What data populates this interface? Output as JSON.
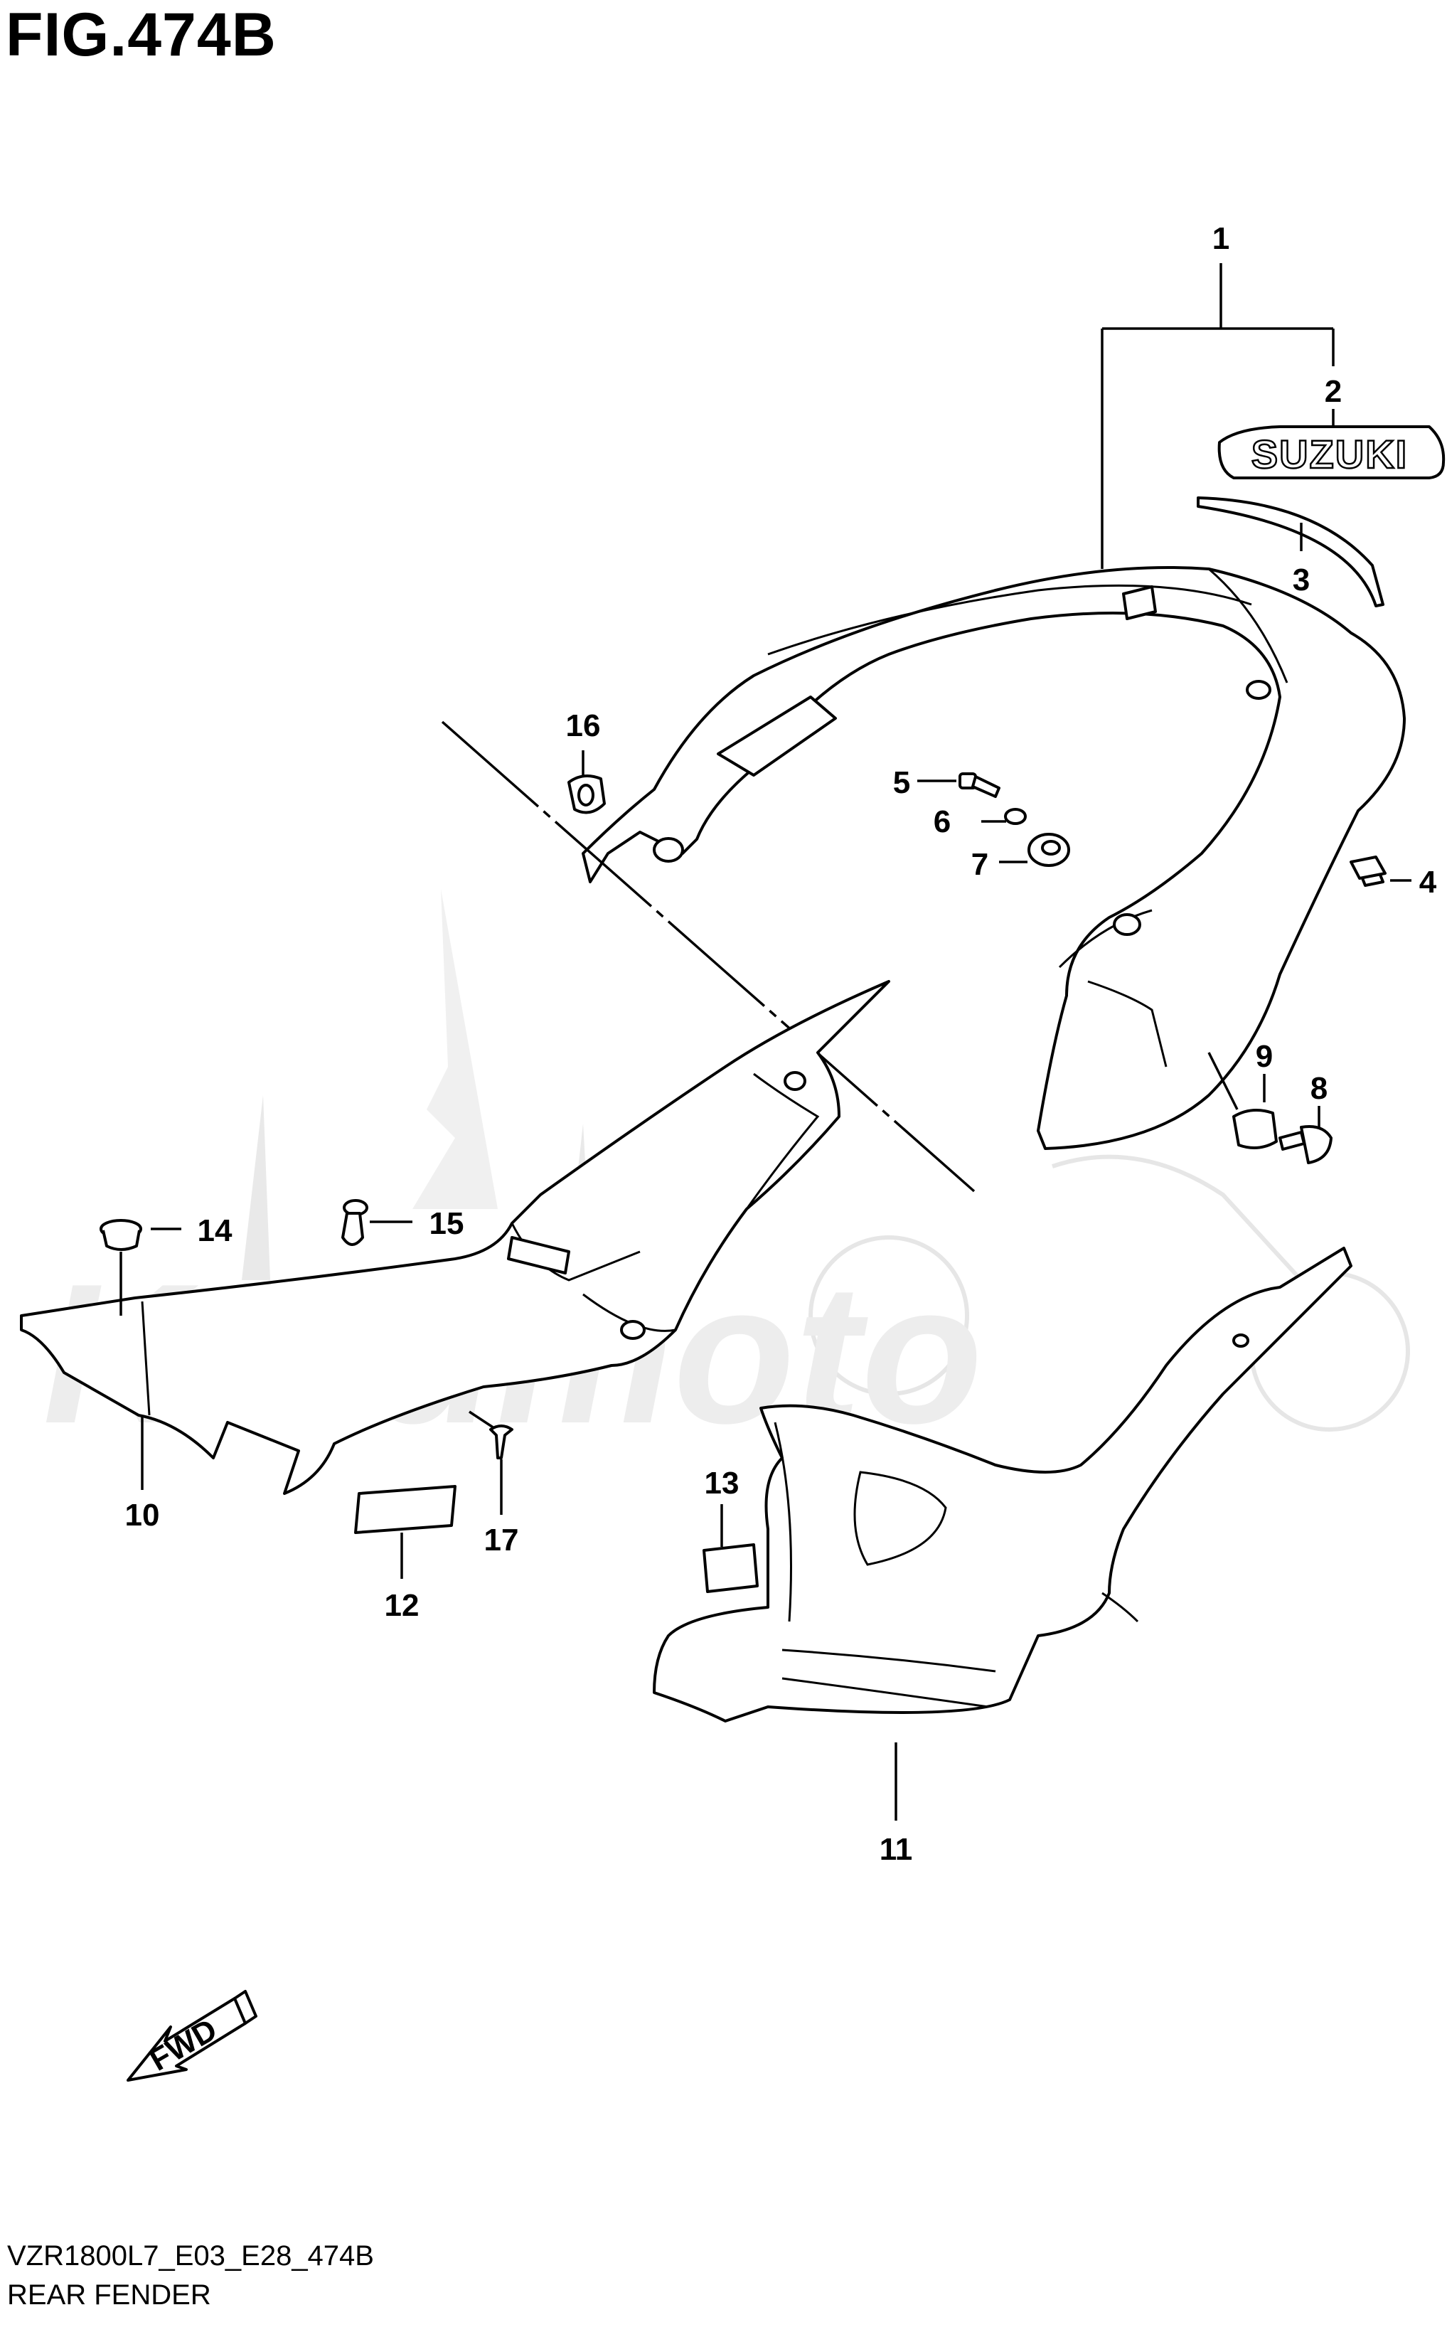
{
  "figure": {
    "title": "FIG.474B",
    "model_code": "VZR1800L7_E03_E28_474B",
    "name": "REAR FENDER"
  },
  "decal_text": "SUZUKI",
  "fwd_label": "FWD",
  "callouts": [
    "1",
    "2",
    "3",
    "4",
    "5",
    "6",
    "7",
    "8",
    "9",
    "10",
    "11",
    "12",
    "13",
    "14",
    "15",
    "16",
    "17"
  ],
  "watermark": {
    "text": "Kerumoto",
    "color": "#e9e9e9"
  }
}
